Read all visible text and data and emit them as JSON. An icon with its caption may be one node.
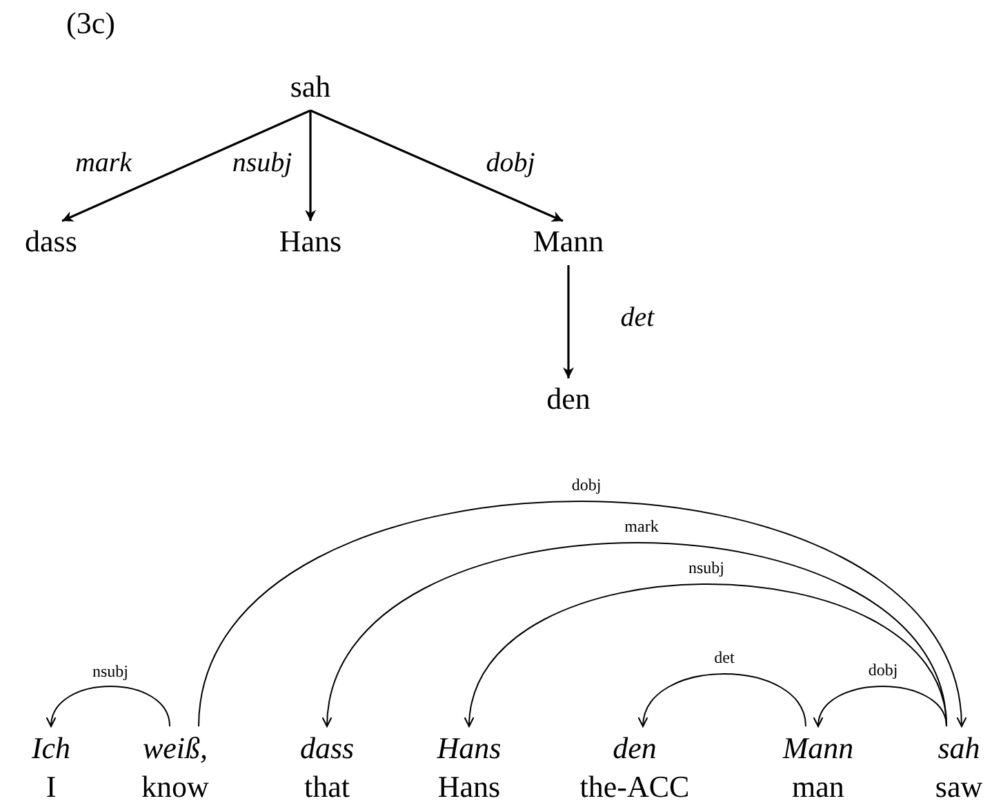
{
  "diagram": {
    "nodes": [
      {
        "text": [
          "sah"
        ]
      },
      {
        "text": [
          "dass"
        ]
      },
      {
        "text": [
          "Hans"
        ]
      },
      {
        "text": [
          "Mann"
        ]
      },
      {
        "text": [
          "den"
        ]
      },
      {
        "text": [
          "Ich",
          "I"
        ]
      },
      {
        "text": [
          "weiß,",
          "know"
        ]
      },
      {
        "text": [
          "dass",
          "that"
        ]
      },
      {
        "text": [
          "Hans",
          "Hans"
        ]
      },
      {
        "text": [
          "den",
          "the-ACC"
        ]
      },
      {
        "text": [
          "Mann",
          "man"
        ]
      },
      {
        "text": [
          "sah",
          "saw"
        ]
      }
    ],
    "edges": [
      {
        "from": 0,
        "to": 1,
        "arrow": "to",
        "label": "mark"
      },
      {
        "from": 0,
        "to": 2,
        "arrow": "to",
        "label": "nsubj"
      },
      {
        "from": 0,
        "to": 3,
        "arrow": "to",
        "label": "dobj"
      },
      {
        "from": 3,
        "to": 4,
        "arrow": "to",
        "label": "det"
      },
      {
        "from": 6,
        "to": 5,
        "arrow": "to",
        "label": "nsubj"
      },
      {
        "from": 6,
        "to": 11,
        "arrow": "to",
        "label": "dobj"
      },
      {
        "from": 11,
        "to": 7,
        "arrow": "to",
        "label": "mark"
      },
      {
        "from": 11,
        "to": 8,
        "arrow": "to",
        "label": "nsubj"
      },
      {
        "from": 10,
        "to": 9,
        "arrow": "to",
        "label": "det"
      },
      {
        "from": 11,
        "to": 10,
        "arrow": "to",
        "label": "dobj"
      }
    ],
    "labels": [
      "(3c)"
    ]
  }
}
